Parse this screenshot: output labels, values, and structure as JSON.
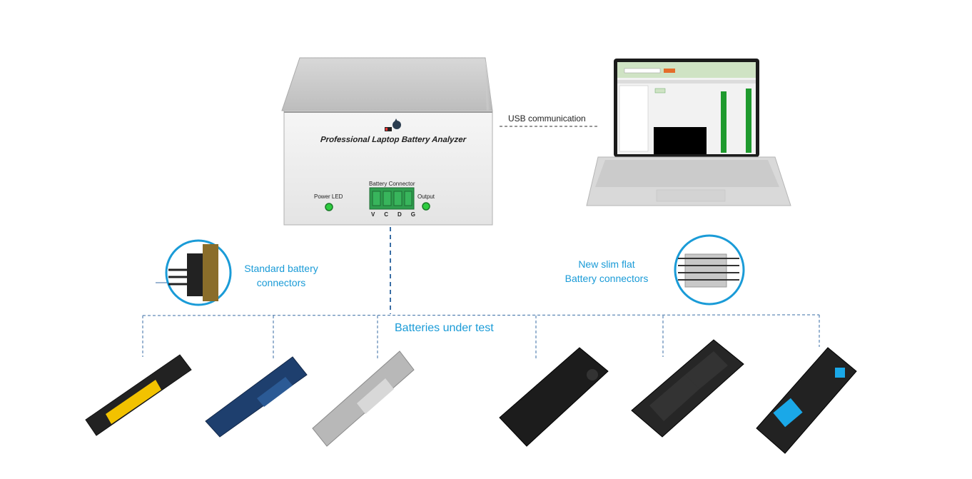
{
  "analyzer": {
    "title": "Professional Laptop Battery Analyzer",
    "power_led_label": "Power LED",
    "connector_label": "Battery Connector",
    "output_label": "Output",
    "pins": [
      "V",
      "C",
      "D",
      "G"
    ]
  },
  "labels": {
    "usb": "USB communication",
    "standard_connectors": [
      "Standard battery",
      "connectors"
    ],
    "slim_connectors": [
      "New slim flat",
      "Battery connectors"
    ],
    "batteries": "Batteries under test"
  },
  "colors": {
    "accent": "#1a9bd7",
    "dash_line": "#3a6ea5",
    "box_body": "#e8e8e8",
    "led": "#2ecc40",
    "connector": "#2e9e4e"
  }
}
